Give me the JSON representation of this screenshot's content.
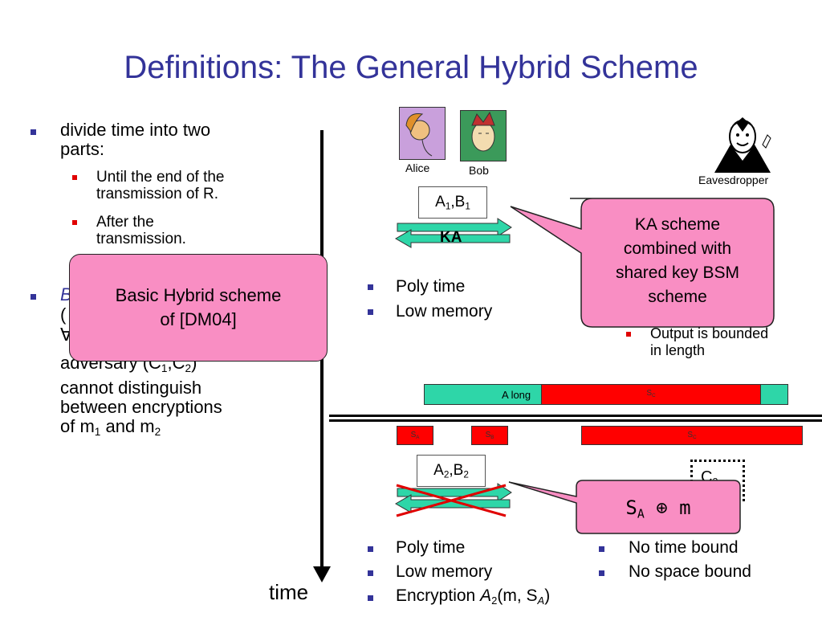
{
  "slide": {
    "title": "Definitions: The General Hybrid Scheme",
    "left": {
      "bullet1": [
        "divide time into two",
        "parts:"
      ],
      "sub1": [
        "Until the end of the",
        "transmission of R."
      ],
      "sub2": [
        "After the",
        "transmission."
      ],
      "bullet2_partial": [
        "B",
        "("
      ],
      "bullet2_rest": [
        "adversary (C",
        "1",
        ",C",
        "2",
        ")"
      ],
      "bullet2_lines": [
        "cannot distinguish",
        "between encryptions"
      ],
      "bullet2_final": {
        "prefix": "of m",
        "s1": "1",
        "mid": " and m",
        "s2": "2"
      },
      "forall_glyph": "∀"
    },
    "callout_basic": [
      "Basic Hybrid scheme",
      "of [DM04]"
    ],
    "people": {
      "alice": "Alice",
      "bob": "Bob",
      "eve": "Eavesdropper"
    },
    "phase1": {
      "box": {
        "a": "A",
        "s1": "1",
        "comma": ",B",
        "s2": "1"
      },
      "ka_label": "KA",
      "bullets": [
        "Poly time",
        "Low memory"
      ],
      "callout": [
        "KA scheme",
        "combined with",
        "shared key BSM",
        "scheme"
      ],
      "output_note": [
        "Output is bounded",
        "in length"
      ]
    },
    "bars": {
      "a_long": "A long",
      "sc_top": "S",
      "sc_top_sub": "C",
      "sa": "S",
      "sa_sub": "A",
      "sb": "S",
      "sb_sub": "B",
      "sc_bottom": "S",
      "sc_bottom_sub": "C"
    },
    "phase2": {
      "box": {
        "a": "A",
        "s1": "2",
        "comma": ",B",
        "s2": "2"
      },
      "c2": {
        "c": "C",
        "s": "2"
      },
      "callout": {
        "s": "S",
        "sub": "A",
        "rest": " ⊕ m"
      },
      "bullets_left": [
        "Poly time",
        "Low memory"
      ],
      "enc": {
        "text": "Encryption ",
        "a": "A",
        "a_sub": "2",
        "args": "(m, S",
        "args_sub": "A",
        "close": ")"
      },
      "bullets_right": [
        "No time bound",
        "No space bound"
      ]
    },
    "time_label": "time",
    "colors": {
      "title": "#333399",
      "callout": "#f98ec3",
      "green": "#2ed6a8",
      "red": "#ff0000"
    }
  }
}
